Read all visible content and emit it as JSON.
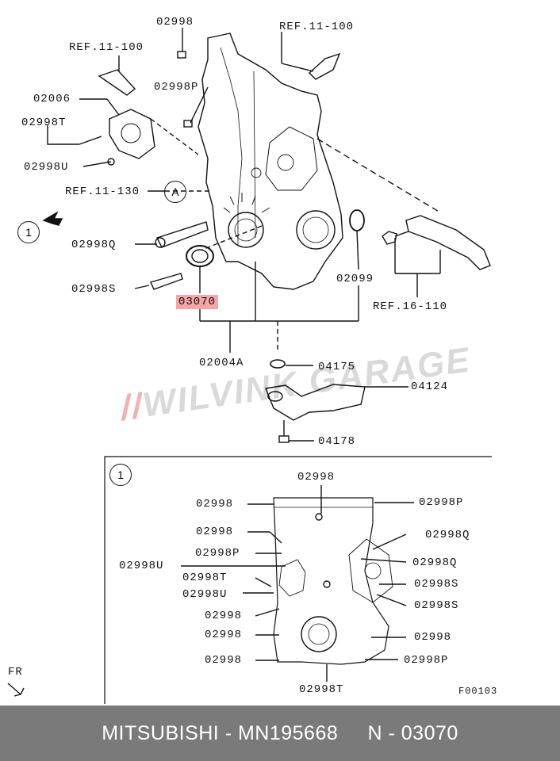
{
  "labels": {
    "ref_11_100_left": "REF.11-100",
    "ref_11_100_right": "REF.11-100",
    "p02998_top": "02998",
    "p02006": "02006",
    "p02998P_top": "02998P",
    "p02998T_top": "02998T",
    "p02998U_top": "02998U",
    "ref_11_130": "REF.11-130",
    "marker_a": "A",
    "p02998Q_top": "02998Q",
    "p02998S_top": "02998S",
    "p03070": "03070",
    "p02099": "02099",
    "ref_16_110": "REF.16-110",
    "p02004A": "02004A",
    "p04175": "04175",
    "p04124": "04124",
    "p04178": "04178",
    "callout_1": "1",
    "fr": "FR"
  },
  "detail": {
    "marker": "1",
    "code": "F00103",
    "left_labels": [
      "02998",
      "02998",
      "02998P",
      "02998U",
      "02998T",
      "02998U",
      "02998",
      "02998",
      "02998"
    ],
    "right_labels": [
      "02998P",
      "02998Q",
      "02998Q",
      "02998S",
      "02998S",
      "02998",
      "02998P"
    ],
    "top_label": "02998",
    "bottom_label": "02998T"
  },
  "watermark": "WILVINK GARAGE",
  "watermark_prefix": "//",
  "footer": {
    "text": "MITSUBISHI - MN195668     N - 03070"
  },
  "colors": {
    "highlight": "#f7a3a7",
    "footer_bg": "#7a7a7a"
  }
}
